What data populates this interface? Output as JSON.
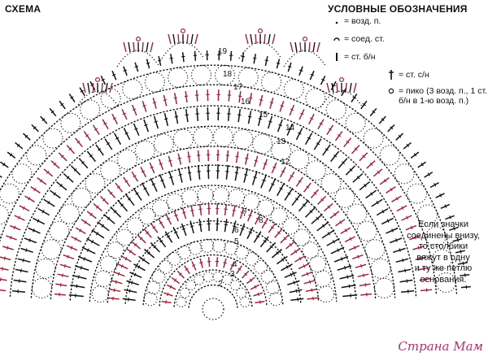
{
  "title": "СХЕМА",
  "legend": {
    "title": "УСЛОВНЫЕ ОБОЗНАЧЕНИЯ",
    "items": [
      {
        "symbol": "chain-dot-icon",
        "text": "= возд. п."
      },
      {
        "symbol": "slip-stitch-icon",
        "text": "= соед. ст."
      },
      {
        "symbol": "single-crochet-icon",
        "text": "= ст. б/н"
      },
      {
        "symbol": "double-crochet-icon",
        "text": "= ст. с/н"
      },
      {
        "symbol": "picot-icon",
        "text": "= пико (3 возд. п., 1 ст.\nб/н в 1-ю возд. п.)"
      }
    ]
  },
  "note": "Если значки\nсоединены внизу,\nто столбики\nвяжут в одну\nи ту же петлю\nоснования.",
  "row_numbers": [
    "2",
    "3",
    "4",
    "5",
    "6",
    "7",
    "8",
    "12",
    "13",
    "14",
    "15",
    "16",
    "17",
    "18",
    "19"
  ],
  "watermark": "Страна Мам",
  "colors": {
    "ink": "#111111",
    "accent": "#a0223c"
  }
}
